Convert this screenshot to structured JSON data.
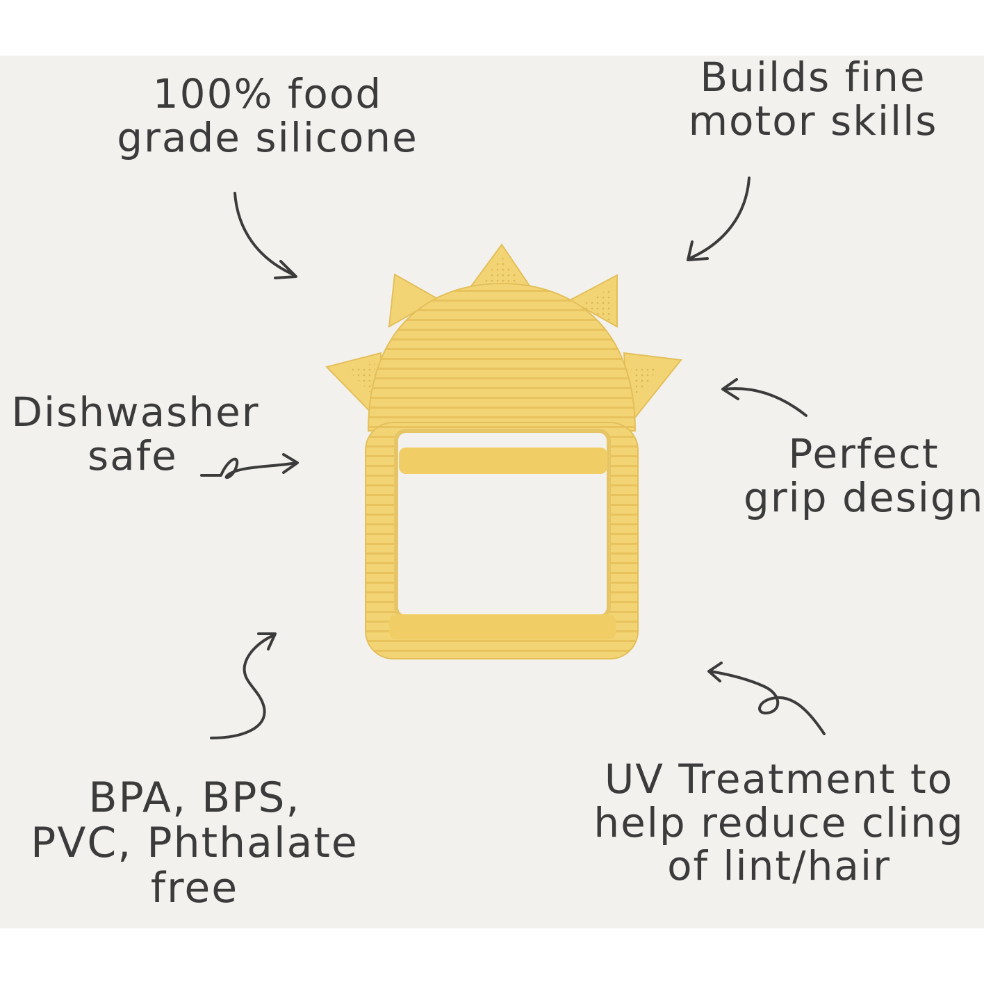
{
  "features": {
    "food_grade": {
      "line1": "100% food",
      "line2": "grade silicone"
    },
    "fine_motor": {
      "line1": "Builds fine",
      "line2": "motor skills"
    },
    "dishwasher": {
      "line1": "Dishwasher",
      "line2": "safe"
    },
    "grip": {
      "line1": "Perfect",
      "line2": "grip design"
    },
    "bpa_free": {
      "line1": "BPA, BPS,",
      "line2": "PVC, Phthalate",
      "line3": "free"
    },
    "uv": {
      "line1": "UV Treatment to",
      "line2": "help reduce cling",
      "line3": "of lint/hair"
    }
  },
  "colors": {
    "background": "#f3f1ed",
    "teether": "#f3d475",
    "ink": "#3b3b3b"
  },
  "product": {
    "icon": "sun-teether-icon"
  }
}
